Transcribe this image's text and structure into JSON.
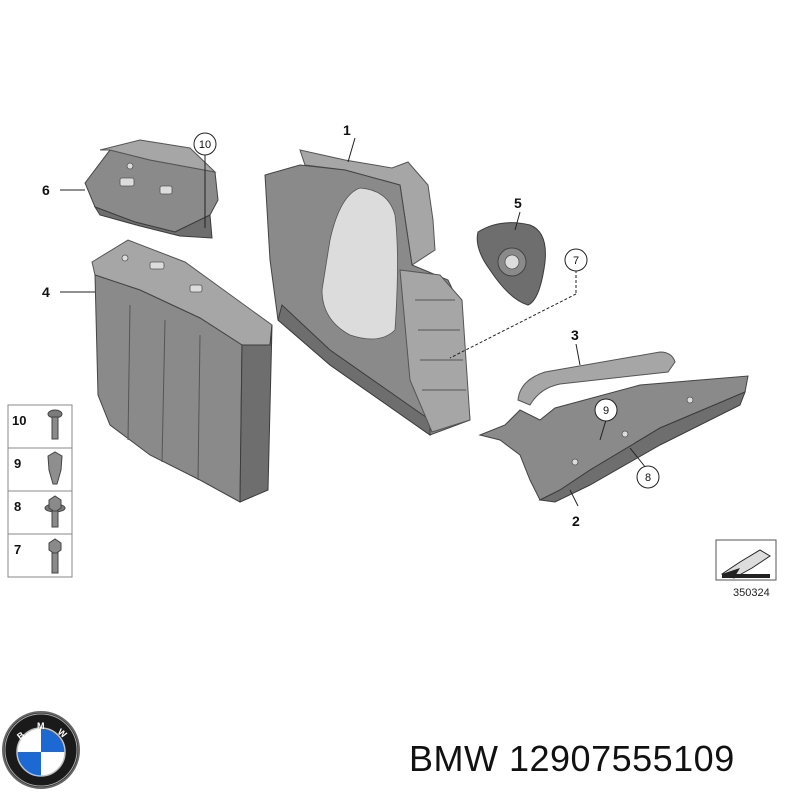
{
  "diagram": {
    "callouts": [
      "1",
      "2",
      "3",
      "4",
      "5",
      "6"
    ],
    "circled": [
      "10",
      "7",
      "9",
      "8"
    ],
    "legend": [
      "10",
      "9",
      "8",
      "7"
    ],
    "reference_code": "350324"
  },
  "logo": {
    "letters": "BMW"
  },
  "brand_line": {
    "text": "BMW 12907555109"
  }
}
